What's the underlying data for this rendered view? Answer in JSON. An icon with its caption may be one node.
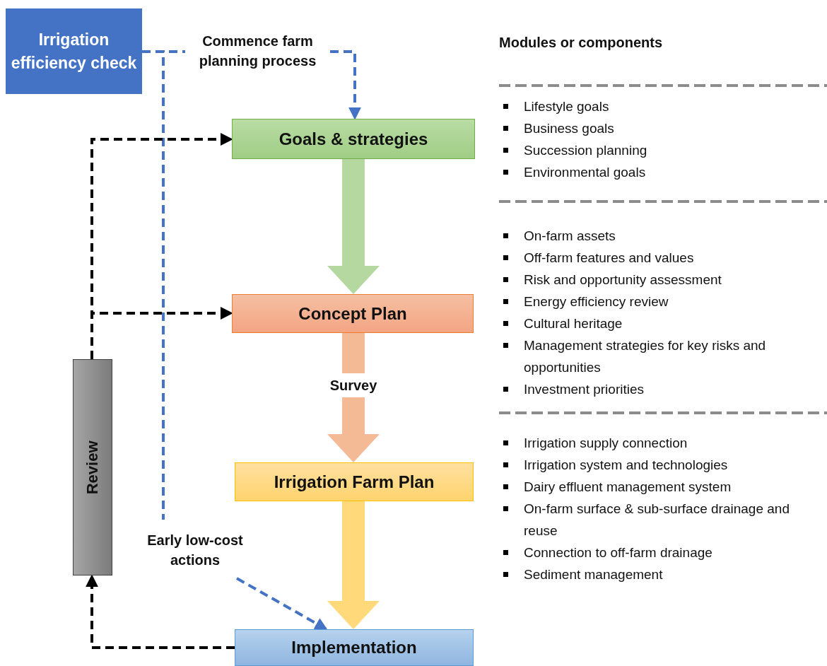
{
  "diagram": {
    "nodes": [
      {
        "text": [
          "Irrigation efficiency check"
        ]
      },
      {
        "text": [
          "Commence farm planning process"
        ]
      },
      {
        "text": [
          "Goals & strategies"
        ]
      },
      {
        "text": [
          "Concept Plan"
        ]
      },
      {
        "text": [
          "Survey"
        ]
      },
      {
        "text": [
          "Irrigation Farm Plan"
        ]
      },
      {
        "text": [
          "Early low-cost actions"
        ]
      },
      {
        "text": [
          "Implementation"
        ]
      },
      {
        "text": [
          "Review"
        ]
      }
    ],
    "edges": [
      {
        "from": 0,
        "to": 1,
        "arrow": "none",
        "style": "dashed",
        "color": "#4472c4"
      },
      {
        "from": 1,
        "to": 2,
        "arrow": "to",
        "style": "dashed",
        "color": "#4472c4"
      },
      {
        "from": 0,
        "to": 6,
        "arrow": "none",
        "style": "dashed",
        "color": "#4472c4"
      },
      {
        "from": 6,
        "to": 7,
        "arrow": "to",
        "style": "dashed",
        "color": "#4472c4"
      },
      {
        "from": 2,
        "to": 3,
        "arrow": "to",
        "style": "thick",
        "color": "#b5d7a0"
      },
      {
        "from": 3,
        "to": 4,
        "arrow": "none",
        "style": "thick",
        "color": "#f4b995"
      },
      {
        "from": 4,
        "to": 5,
        "arrow": "to",
        "style": "thick",
        "color": "#f4b995"
      },
      {
        "from": 5,
        "to": 7,
        "arrow": "to",
        "style": "thick",
        "color": "#ffd97a"
      },
      {
        "from": 7,
        "to": 8,
        "arrow": "to",
        "style": "dashed",
        "color": "#000000"
      },
      {
        "from": 8,
        "to": 2,
        "arrow": "to",
        "style": "dashed",
        "color": "#000000"
      },
      {
        "from": 8,
        "to": 3,
        "arrow": "to",
        "style": "dashed",
        "color": "#000000"
      }
    ],
    "labels": [
      "Modules or components",
      "Lifestyle goals",
      "Business goals",
      "Succession planning",
      "Environmental goals",
      "On-farm assets",
      "Off-farm features and values",
      "Risk and opportunity assessment",
      "Energy efficiency review",
      "Cultural heritage",
      "Management strategies for key risks and opportunities",
      "Investment priorities",
      "Irrigation supply connection",
      "Irrigation system and technologies",
      "Dairy effluent management system",
      "On-farm surface & sub-surface drainage and reuse",
      "Connection to off-farm drainage",
      "Sediment management"
    ]
  }
}
